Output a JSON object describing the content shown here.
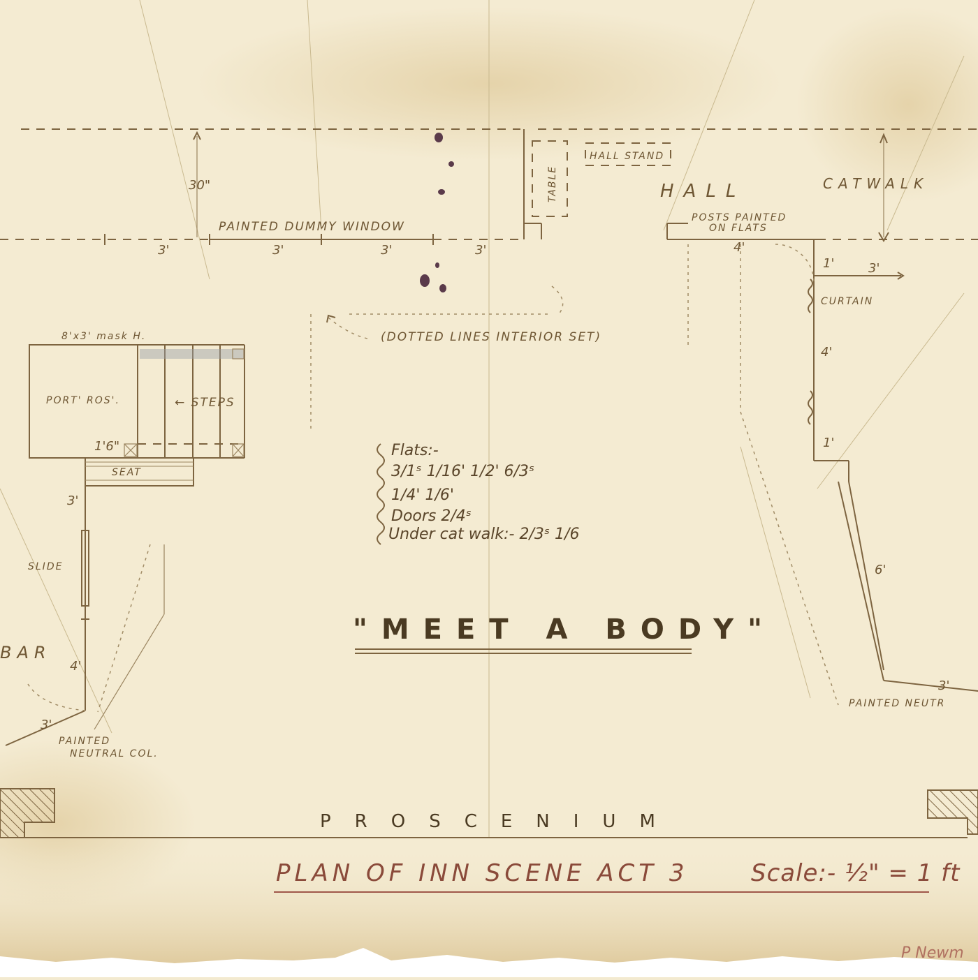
{
  "title": "\"MEET A BODY\"",
  "proscenium": "PROSCENIUM",
  "caption": {
    "plan": "PLAN OF INN SCENE ACT 3",
    "scale": "Scale:- ½\" = 1 ft"
  },
  "signature": "P Newm",
  "labels": {
    "dummy_window": "PAINTED DUMMY WINDOW",
    "table": "TABLE",
    "hall_stand": "HALL STAND",
    "hall": "HALL",
    "catwalk": "CATWALK",
    "posts_painted_1": "POSTS PAINTED",
    "posts_painted_2": "ON FLATS",
    "curtain": "CURTAIN",
    "dotted_lines": "(DOTTED LINES INTERIOR SET)",
    "mask": "8'x3' mask H.",
    "port_ros": "PORT' ROS'.",
    "steps": "← STEPS",
    "seat": "SEAT",
    "slide": "SLIDE",
    "bar": "BAR",
    "painted_neutral_left_1": "PAINTED",
    "painted_neutral_left_2": "NEUTRAL COL.",
    "painted_neutral_right": "PAINTED NEUTR"
  },
  "dimensions": {
    "d30": "30\"",
    "d3a": "3'",
    "d3b": "3'",
    "d3c": "3'",
    "d3d": "3'",
    "d4top": "4'",
    "d1a": "1'",
    "d3right": "3'",
    "d4right": "4'",
    "d1b": "1'",
    "d1_6": "1'6\"",
    "d3left": "3'",
    "d4left": "4'",
    "d3leftbottom": "3'",
    "d6right": "6'",
    "d3rightbottom": "3'"
  },
  "notes": [
    "Flats:-",
    "3/1ˢ 1/16' 1/2' 6/3ˢ",
    "1/4' 1/6'",
    "Doors 2/4ˢ",
    "Under cat walk:- 2/3ˢ 1/6"
  ]
}
